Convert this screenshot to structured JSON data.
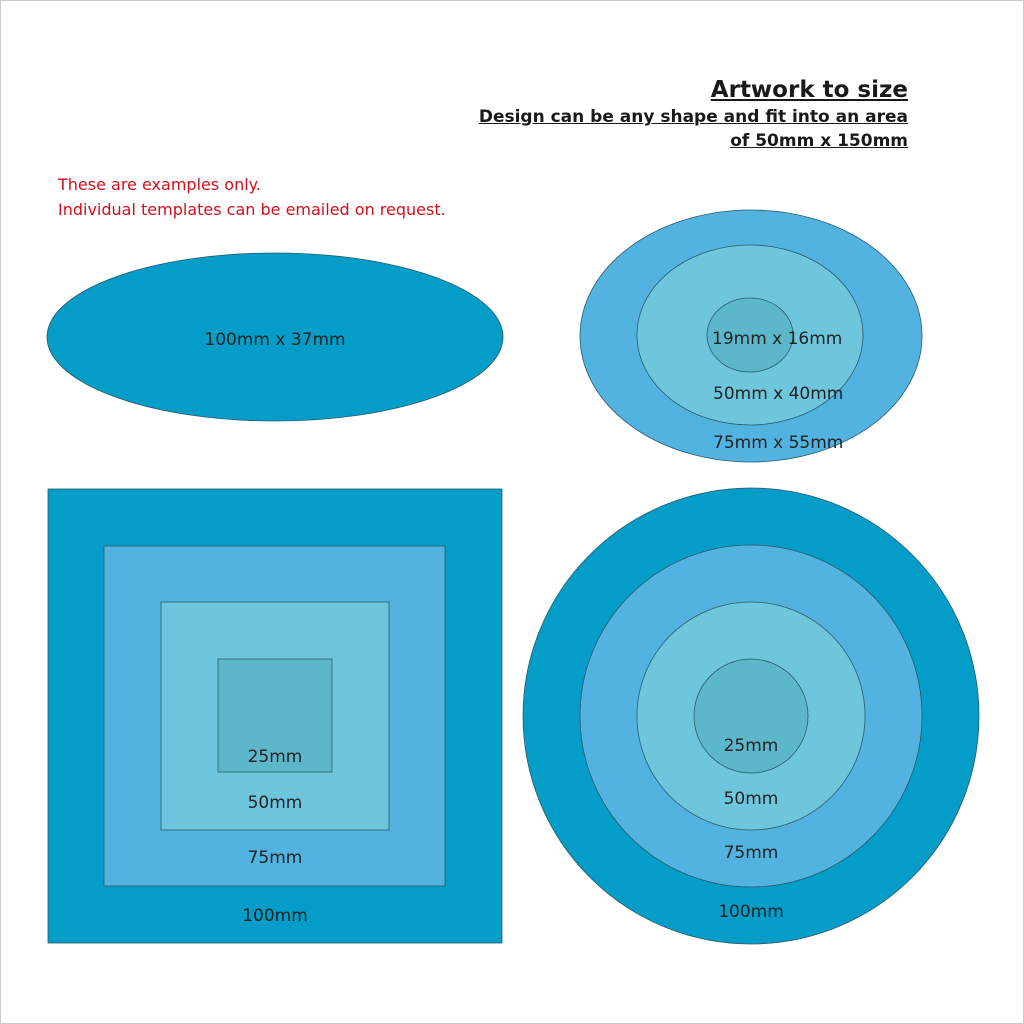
{
  "header": {
    "title": "Artwork to size",
    "subtitle_line1": "Design can be any shape and fit into an area",
    "subtitle_line2": "of 50mm x 150mm"
  },
  "notes": {
    "line1": "These are examples only.",
    "line2": "Individual templates can be emailed on request."
  },
  "colors": {
    "dark": "#039dc8",
    "medium": "#52b3e0",
    "light": "#6ec6dc",
    "center": "#5cb7cb",
    "note": "#d0101c"
  },
  "oval_example": {
    "label": "100mm x 37mm"
  },
  "nested_ovals": {
    "labels": [
      "19mm x 16mm",
      "50mm x 40mm",
      "75mm x 55mm"
    ]
  },
  "nested_squares": {
    "labels": [
      "25mm",
      "50mm",
      "75mm",
      "100mm"
    ]
  },
  "nested_circles": {
    "labels": [
      "25mm",
      "50mm",
      "75mm",
      "100mm"
    ]
  }
}
